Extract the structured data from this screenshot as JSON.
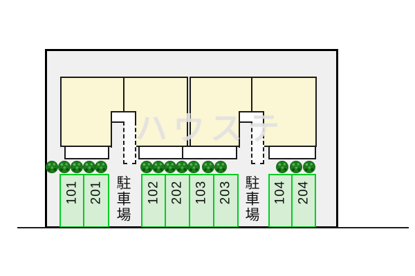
{
  "diagram": {
    "title": "apartment-site-layout-plan",
    "watermark": "ハウステ",
    "parking": {
      "lot_label_left": "駐車場",
      "lot_label_right": "駐車場",
      "spaces": [
        "101",
        "201",
        "102",
        "202",
        "103",
        "203",
        "104",
        "204"
      ]
    },
    "colors": {
      "site_background": "#f0f0f0",
      "site_border": "#000000",
      "building_fill": "#fbf6d3",
      "building_border": "#1a1a1a",
      "parking_fill": "#d6eed4",
      "parking_border": "#00cc22",
      "bush_green": "#1c7c1c",
      "watermark_gray": "#e1e1e1"
    }
  }
}
